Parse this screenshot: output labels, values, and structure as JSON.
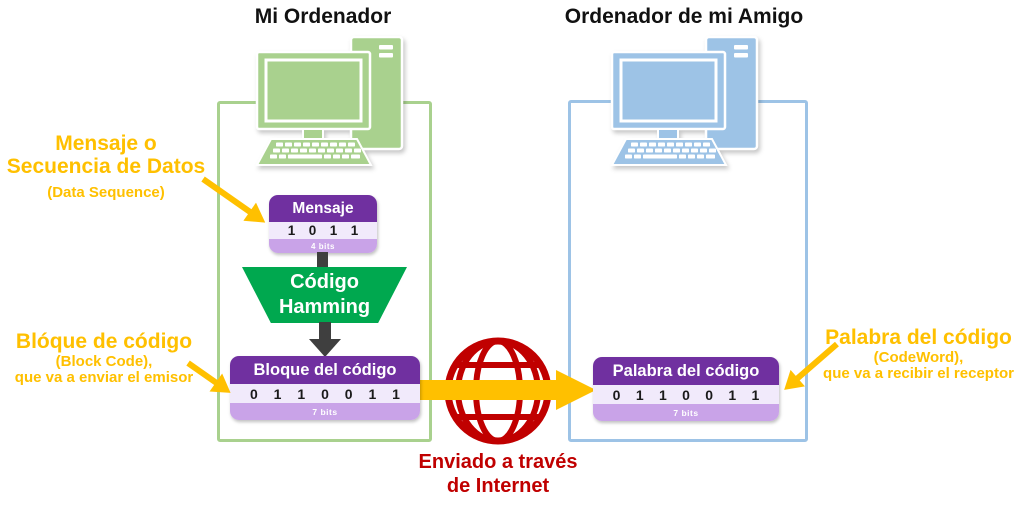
{
  "titles": {
    "left": "Mi Ordenador",
    "right": "Ordenador de mi Amigo"
  },
  "labels": {
    "data_sequence": {
      "line1": "Mensaje o",
      "line2": "Secuencia de Datos",
      "line3": "(Data Sequence)"
    },
    "block_code": {
      "line1": "Blóque de código",
      "line2": "(Block Code),",
      "line3": "que va a enviar el emisor"
    },
    "codeword": {
      "line1": "Palabra del código",
      "line2": "(CodeWord),",
      "line3": "que va a recibir el receptor"
    },
    "internet": {
      "line1": "Enviado a través",
      "line2": "de Internet"
    }
  },
  "boxes": {
    "mensaje": {
      "title": "Mensaje",
      "bits": [
        "1",
        "0",
        "1",
        "1"
      ],
      "size_label": "4 bits"
    },
    "bloque": {
      "title": "Bloque del código",
      "bits": [
        "0",
        "1",
        "1",
        "0",
        "0",
        "1",
        "1"
      ],
      "size_label": "7 bits"
    },
    "palabra": {
      "title": "Palabra del código",
      "bits": [
        "0",
        "1",
        "1",
        "0",
        "0",
        "1",
        "1"
      ],
      "size_label": "7 bits"
    }
  },
  "hamming": {
    "line1": "Código",
    "line2": "Hamming"
  },
  "colors": {
    "purple_header": "#7030A0",
    "purple_light": "#F1EAFB",
    "purple_mid": "#C9A3E8",
    "green_accent": "#A9D18E",
    "blue_accent": "#9DC3E6",
    "hamming_green": "#00A84F",
    "gold": "#FFC000",
    "red": "#C00000",
    "arrow_gray": "#3F3F3F"
  }
}
